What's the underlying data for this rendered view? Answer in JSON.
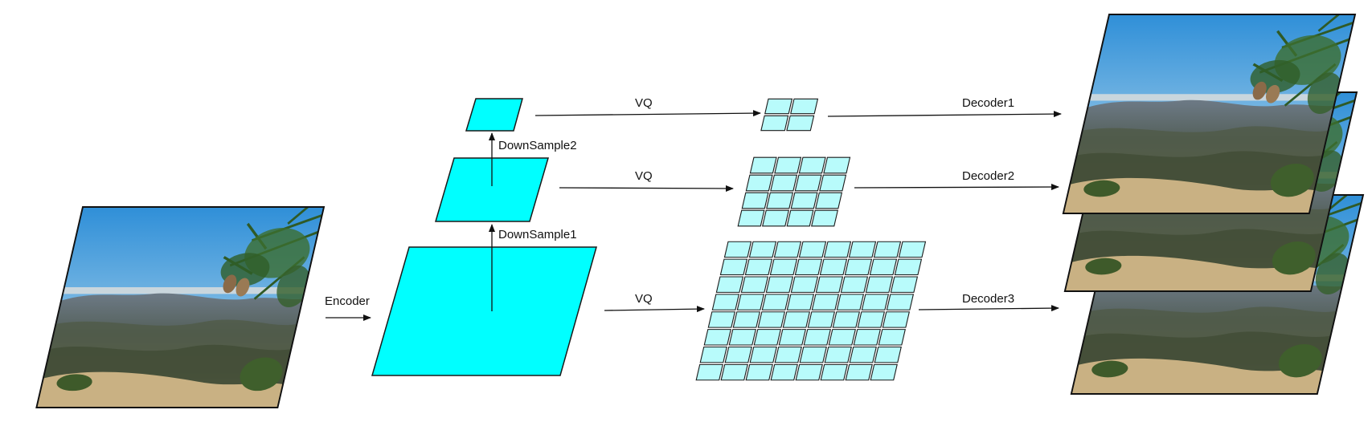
{
  "labels": {
    "encoder": "Encoder",
    "downsample1": "DownSample1",
    "downsample2": "DownSample2",
    "vq1": "VQ",
    "vq2": "VQ",
    "vq3": "VQ",
    "decoder1": "Decoder1",
    "decoder2": "Decoder2",
    "decoder3": "Decoder3"
  },
  "grids": {
    "level1": {
      "rows": 2,
      "cols": 2
    },
    "level2": {
      "rows": 4,
      "cols": 4
    },
    "level3": {
      "rows": 8,
      "cols": 8
    }
  },
  "colors": {
    "feature_map": "#00ffff",
    "codebook_cell": "#b8fbfb",
    "stroke": "#1a1a1a"
  }
}
